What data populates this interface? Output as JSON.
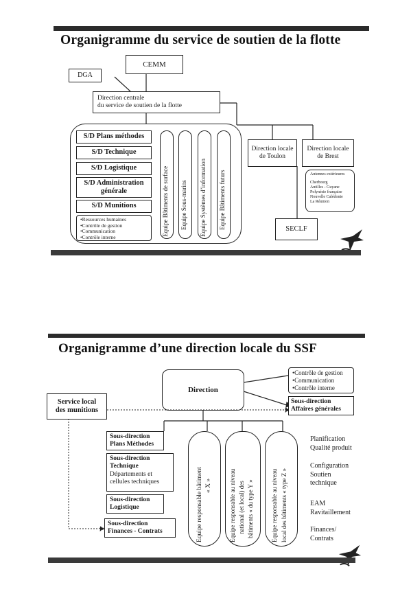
{
  "slide1": {
    "title": "Organigramme du service de soutien de la flotte",
    "cemm": "CEMM",
    "dga": "DGA",
    "direction_centrale": [
      "Direction centrale",
      "du service de soutien de la flotte"
    ],
    "subdirections": [
      "S/D Plans méthodes",
      "S/D Technique",
      "S/D Logistique",
      "S/D Administration",
      "générale",
      "S/D Munitions"
    ],
    "small_list": [
      "Ressources humaines",
      "Contrôle de gestion",
      "Communication",
      "Contrôle interne"
    ],
    "equipes": [
      "Equipe Bâtiments de surface",
      "Equipe Sous-marins",
      "Equipe Systèmes d’information",
      "Equipe Bâtiments futurs"
    ],
    "toulon": [
      "Direction locale",
      "de Toulon"
    ],
    "brest": [
      "Direction locale",
      "de Brest"
    ],
    "antennes": [
      "Antennes extérieures",
      "Cherbourg",
      "Antilles - Guyane",
      "Polynésie française",
      "Nouvelle Calédonie",
      "La Réunion"
    ],
    "seclf": "SECLF"
  },
  "slide2": {
    "title": "Organigramme d’une direction locale du SSF",
    "direction": "Direction",
    "service_local": [
      "Service local",
      "des munitions"
    ],
    "top_right_list": [
      "Contrôle de gestion",
      "Communication",
      "Contrôle interne"
    ],
    "sd_affaires": [
      "Sous-direction",
      "Affaires générales"
    ],
    "sd_plans": [
      "Sous-direction",
      "Plans Méthodes"
    ],
    "sd_technique": [
      "Sous-direction",
      "Technique"
    ],
    "sd_technique_sub": [
      "Départements et",
      "cellules techniques"
    ],
    "sd_logistique": [
      "Sous-direction",
      "Logistique"
    ],
    "sd_finances": [
      "Sous-direction",
      "Finances - Contrats"
    ],
    "equipe1": [
      "Equipe responsable bâtiment",
      "« X »"
    ],
    "equipe2": [
      "Equipe responsable au niveau",
      "national (et local) des",
      "bâtiments « du type Y »"
    ],
    "equipe3": [
      "Equipe responsable au niveau",
      "local des bâtiments « type Z »"
    ],
    "right_labels": [
      [
        "Planification",
        "Qualité produit"
      ],
      [
        "Configuration",
        "Soutien",
        "technique"
      ],
      [
        "EAM",
        "Ravitaillement"
      ],
      [
        "Finances/",
        "Contrats"
      ]
    ]
  },
  "colors": {
    "ink": "#1a1a1a",
    "bar": "#2b2b2b",
    "paper": "#ffffff"
  },
  "icons": [
    "marine-logo-icon"
  ]
}
